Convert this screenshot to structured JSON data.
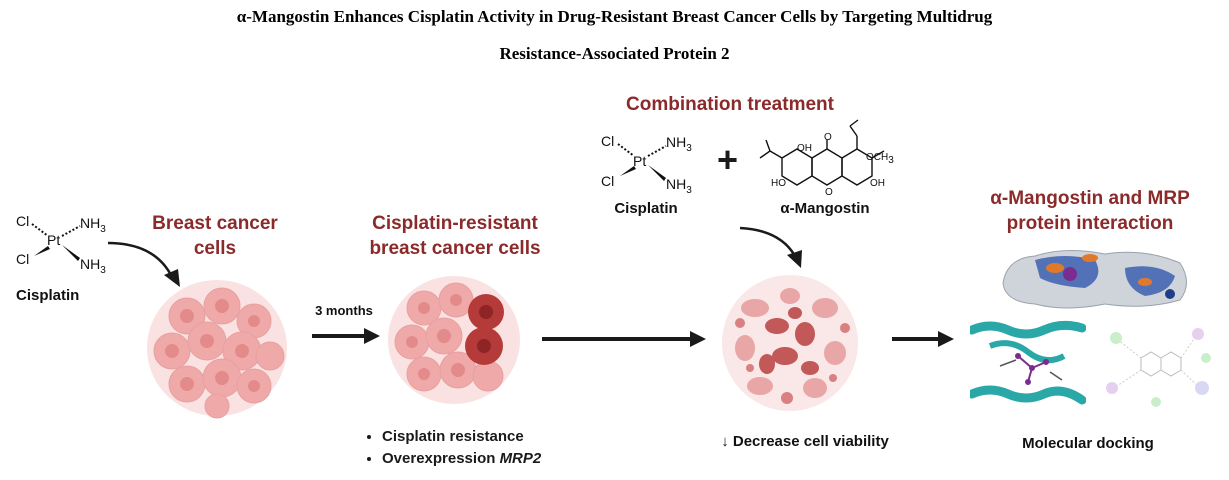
{
  "title_line1": "α-Mangostin Enhances Cisplatin Activity in Drug-Resistant Breast Cancer Cells by Targeting Multidrug",
  "title_line2": "Resistance-Associated Protein 2",
  "cisplatin_block": {
    "atoms": {
      "cl_top": "Cl",
      "cl_bottom": "Cl",
      "pt": "Pt",
      "nh_top": "NH",
      "nh_bottom": "NH",
      "sub3": "3"
    },
    "label": "Cisplatin"
  },
  "breast_cancer": {
    "heading": "Breast cancer",
    "heading2": "cells"
  },
  "arrow_months": {
    "label": "3 months"
  },
  "resistant": {
    "heading": "Cisplatin-resistant",
    "heading2": "breast cancer cells",
    "bullets": [
      "Cisplatin resistance",
      "Overexpression "
    ],
    "bullet2_italic": "MRP2"
  },
  "combination": {
    "heading": "Combination treatment",
    "plus": "+",
    "cisplatin_label": "Cisplatin",
    "mangostin_label": "α-Mangostin",
    "mangostin_atoms": {
      "oh": "OH",
      "o": "O",
      "och3": "OCH",
      "ho": "HO",
      "o_ring": "O"
    }
  },
  "result": {
    "label": "↓ Decrease cell viability"
  },
  "docking": {
    "heading": "α-Mangostin and MRP",
    "heading2": "protein interaction",
    "label": "Molecular docking"
  },
  "colors": {
    "heading": "#8b2a2a",
    "cell_light": "#f3b6b6",
    "cell_mid": "#e58e8e",
    "cell_dark": "#b53a3a",
    "arrow": "#1a1a1a",
    "helix": "#2aa7a7",
    "ligand": "#7a2c8f",
    "surface_blue": "#3d5fb0",
    "surface_orange": "#e07a2a"
  }
}
